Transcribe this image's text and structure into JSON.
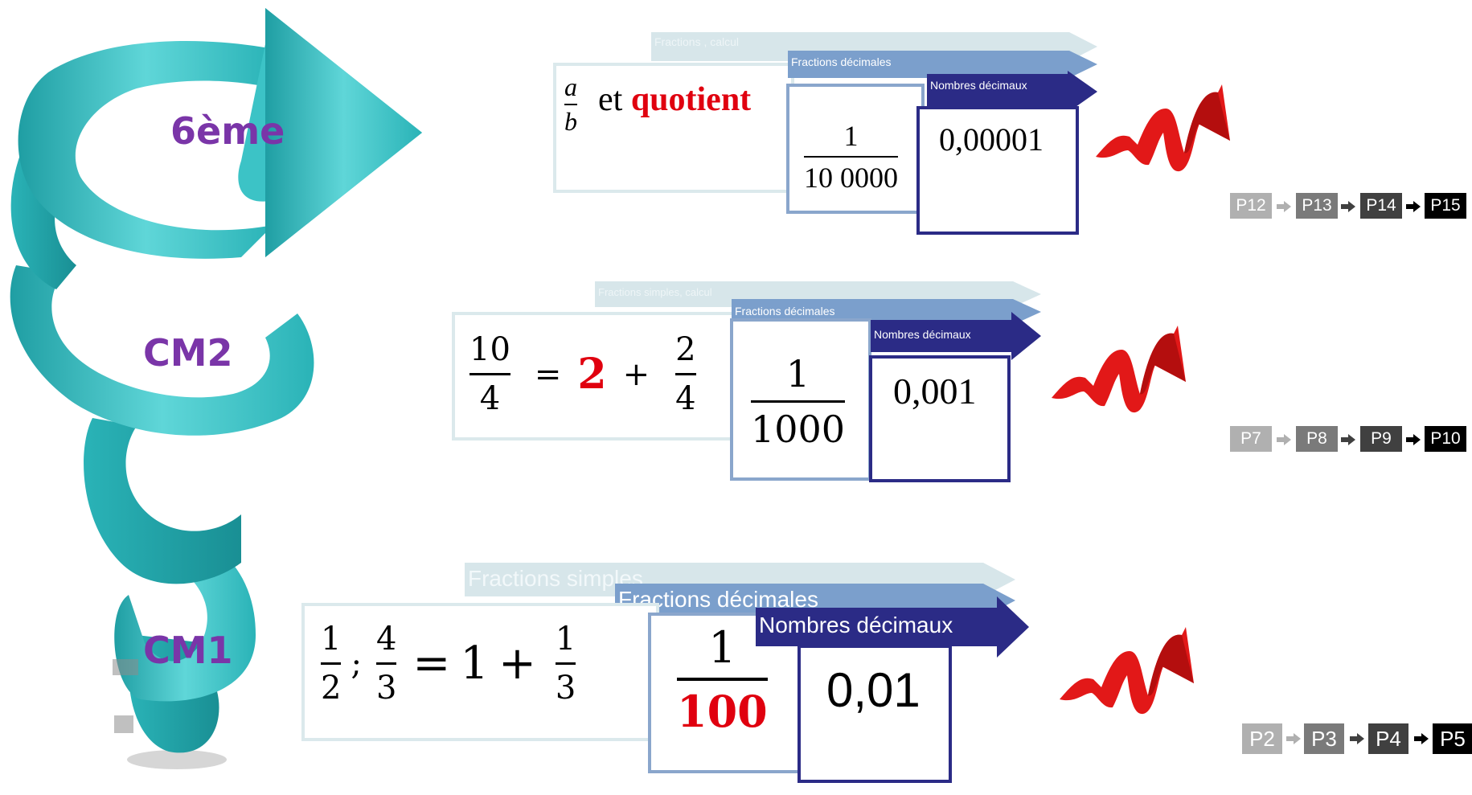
{
  "levels": {
    "l6": "6ème",
    "cm2": "CM2",
    "cm1": "CM1"
  },
  "rows": {
    "sixieme": {
      "strip_top": "Fractions , calcul",
      "strip_mid": "Fractions décimales",
      "strip_bottom": "Nombres décimaux",
      "frac_a": "a",
      "frac_b": "b",
      "et": "et",
      "quotient": "quotient",
      "dec_num": "1",
      "dec_den": "10 0000",
      "decimal": "0,00001",
      "pages": [
        "P12",
        "P13",
        "P14",
        "P15"
      ]
    },
    "cm2": {
      "strip_top": "Fractions simples, calcul",
      "strip_mid": "Fractions décimales",
      "strip_bottom": "Nombres décimaux",
      "f1_num": "10",
      "f1_den": "4",
      "eq": "=",
      "whole": "2",
      "plus": "+",
      "f2_num": "2",
      "f2_den": "4",
      "dec_num": "1",
      "dec_den": "1000",
      "decimal": "0,001",
      "pages": [
        "P7",
        "P8",
        "P9",
        "P10"
      ]
    },
    "cm1": {
      "strip_top": "Fractions simples",
      "strip_mid": "Fractions décimales",
      "strip_bottom": "Nombres décimaux",
      "f1_num": "1",
      "f1_den": "2",
      "sep": ";",
      "f2_num": "4",
      "f2_den": "3",
      "eq": "=",
      "whole": "1",
      "plus": "+",
      "f3_num": "1",
      "f3_den": "3",
      "dec_num": "1",
      "dec_den": "100",
      "decimal": "0,01",
      "pages": [
        "P2",
        "P3",
        "P4",
        "P5"
      ]
    }
  },
  "colors": {
    "spiral": "#3cc3c6",
    "spiral_dark": "#1f9ea3",
    "level_text": "#7a35a8",
    "strip_light": "#d7e6ea",
    "strip_mid": "#7b9fcc",
    "strip_dark": "#2b2b86",
    "highlight_red": "#e0000f",
    "chip_shades": [
      "#b0b0b0",
      "#7a7a7a",
      "#404040",
      "#000000"
    ]
  },
  "icons": {
    "spiral": "spiral-arrow-icon",
    "red_arrow": "red-zigzag-arrow-icon",
    "chip_arrow": "small-right-arrow-icon"
  }
}
